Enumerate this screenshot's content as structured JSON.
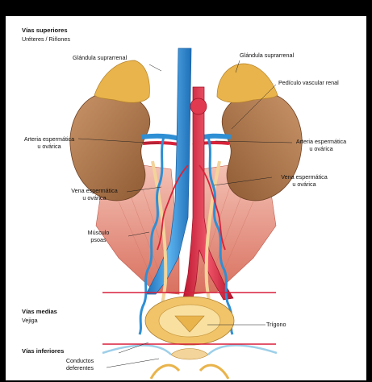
{
  "sections": {
    "upper_title": "Vías superiores",
    "upper_sub": "Uréteres / Riñones",
    "middle_title": "Vías medias",
    "middle_sub": "Vejiga",
    "lower_title": "Vías inferiores"
  },
  "labels": {
    "adrenal_left": "Glándula suprarrenal",
    "adrenal_right": "Glándula suprarrenal",
    "renal_pedicle": "Pedículo vascular renal",
    "spermatic_artery_left_1": "Arteria espermática",
    "spermatic_artery_left_2": "u ovárica",
    "spermatic_artery_right_1": "Arteria espermática",
    "spermatic_artery_right_2": "u ovárica",
    "spermatic_vein_left_1": "Vena espermática",
    "spermatic_vein_left_2": "u ovárica",
    "spermatic_vein_right_1": "Vena espermática",
    "spermatic_vein_right_2": "u ovárica",
    "psoas_1": "Músculo",
    "psoas_2": "psoas",
    "trigone": "Trígono",
    "vas_deferens_1": "Conductos",
    "vas_deferens_2": "deferentes"
  },
  "colors": {
    "kidney": "#b07a4e",
    "adrenal": "#e9b44c",
    "artery": "#d8233a",
    "vein": "#2f8fd4",
    "muscle": "#e79a8a",
    "ureter": "#f3d49a",
    "divider": "#d81e3c"
  }
}
